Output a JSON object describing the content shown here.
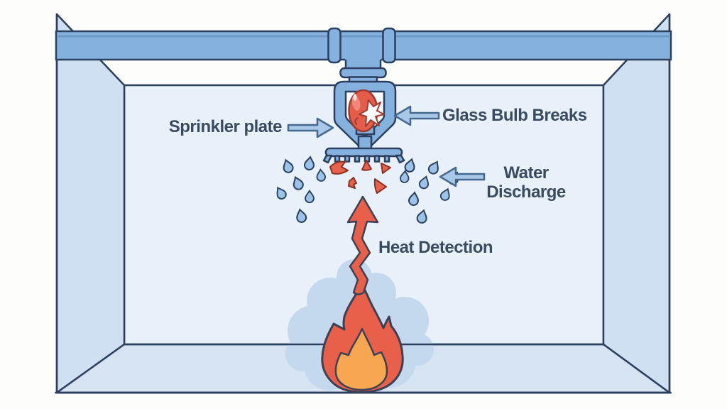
{
  "labels": {
    "sprinkler_plate": "Sprinkler plate",
    "glass_bulb_breaks": "Glass Bulb Breaks",
    "water_discharge": [
      "Water",
      "Discharge"
    ],
    "heat_detection": "Heat Detection"
  },
  "icons": {
    "pipe": "horizontal supply pipe with tee junction",
    "sprinkler-head-icon": "pendant sprinkler frame with deflector plate",
    "glass-bulb-icon": "red glass bulb with break star",
    "water-drop-icon": "blue teardrop",
    "glass-shard-icon": "red broken glass fragment",
    "heat-arrow-icon": "wavy upward red arrow",
    "smoke-cloud-icon": "light blue smoke puff",
    "flame-icon": "fire flame",
    "left-arrow-icon": "block arrow pointing left",
    "right-arrow-icon": "block arrow pointing right"
  },
  "colors": {
    "line": "#2b3f5f",
    "pipe": "#84b1dd",
    "wall_side": "#cfe0f2",
    "wall_back": "#e8f0f9",
    "floor": "#d5e3f3",
    "page_bg": "#fdfdfb",
    "arrow_fill": "#a9c7e7",
    "arrow_outline": "#44688f",
    "text": "#3a4a60",
    "bulb_red": "#e45c4a",
    "bulb_outline": "#a03c2e",
    "flame_red": "#e8604a",
    "flame_orange": "#f8a650",
    "flame_outline": "#3c4156",
    "drop_blue": "#9dc2e7",
    "shard_red": "#e8614b",
    "shard_outline": "#8a3226",
    "smoke": "#c4d9ed"
  }
}
